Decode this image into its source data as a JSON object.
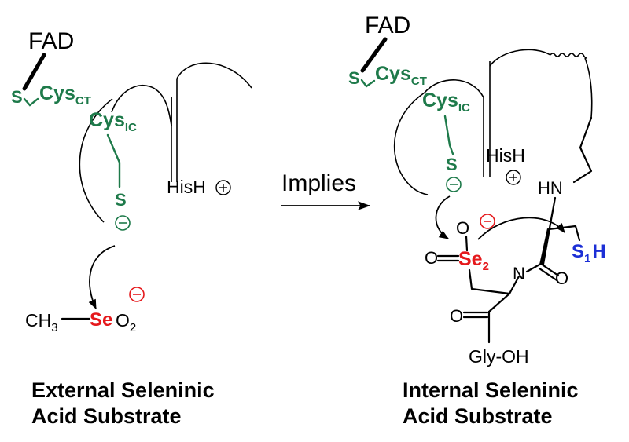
{
  "left_panel": {
    "fad": "FAD",
    "s_ct": "S",
    "cys_ct": "Cys",
    "cys_ct_sub": "CT",
    "cys_ic": "Cys",
    "cys_ic_sub": "IC",
    "s_thiolate": "S",
    "his": "HisH",
    "ch3": "CH",
    "ch3_sub": "3",
    "se": "Se",
    "o2": "O",
    "o2_sub": "2",
    "caption_line1": "External Seleninic",
    "caption_line2": "Acid Substrate"
  },
  "arrow": {
    "label": "Implies"
  },
  "right_panel": {
    "fad": "FAD",
    "s_ct": "S",
    "cys_ct": "Cys",
    "cys_ct_sub": "CT",
    "cys_ic": "Cys",
    "cys_ic_sub": "IC",
    "s_thiolate": "S",
    "his": "HisH",
    "hn": "HN",
    "o_top": "O",
    "o_left": "O",
    "se2": "Se",
    "se2_sub": "2",
    "n": "N",
    "o_amide": "O",
    "s1h_s": "S",
    "s1h_sub": "1",
    "s1h_h": "H",
    "o_carbonyl": "O",
    "gly": "Gly-OH",
    "caption_line1": "Internal Seleninic",
    "caption_line2": "Acid Substrate"
  },
  "colors": {
    "green": "#1e7a4a",
    "red": "#e5191c",
    "blue": "#1c2fd6"
  }
}
